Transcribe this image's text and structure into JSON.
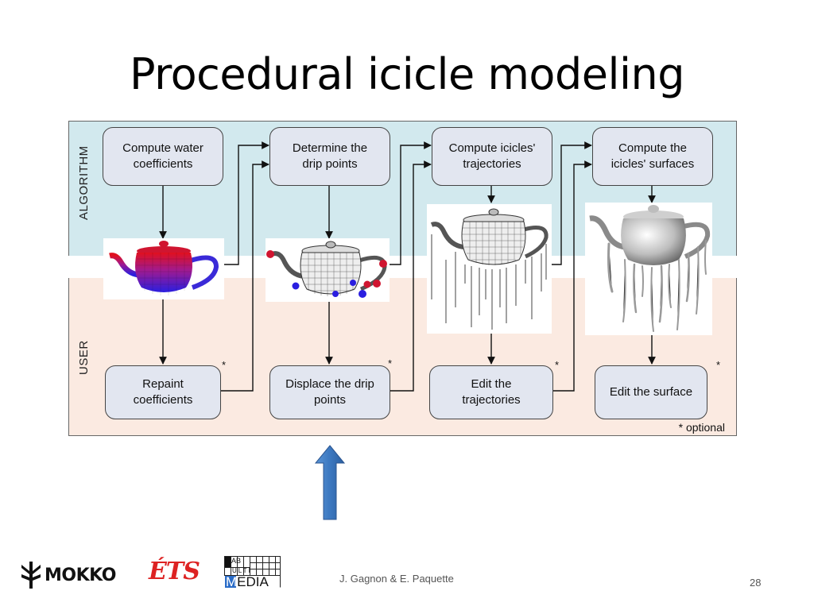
{
  "slide": {
    "title": "Procedural icicle modeling",
    "author": "J. Gagnon & E. Paquette",
    "page_number": "28"
  },
  "diagram": {
    "band_algorithm_label": "ALGORITHM",
    "band_user_label": "USER",
    "optional_note": "* optional",
    "algorithm_steps": [
      {
        "label": "Compute water\ncoefficients"
      },
      {
        "label": "Determine the\ndrip points"
      },
      {
        "label": "Compute icicles'\ntrajectories"
      },
      {
        "label": "Compute the\nicicles' surfaces"
      }
    ],
    "user_steps": [
      {
        "label": "Repaint\ncoefficients",
        "marker": "*"
      },
      {
        "label": "Displace the drip\npoints",
        "marker": "*"
      },
      {
        "label": "Edit the\ntrajectories",
        "marker": "*"
      },
      {
        "label": "Edit the surface",
        "marker": "*"
      }
    ],
    "images": [
      {
        "icon": "teapot-coefficients-image"
      },
      {
        "icon": "teapot-drip-points-image"
      },
      {
        "icon": "teapot-trajectories-image"
      },
      {
        "icon": "teapot-surfaces-image"
      }
    ]
  },
  "logos": {
    "mokko": "MOKKO",
    "ets": "ÉTS",
    "lab": {
      "top": "AB",
      "mid": "ULTI",
      "bottom": "EDIA"
    }
  },
  "colors": {
    "algorithm_band": "#d2e9ee",
    "user_band": "#fbeae1",
    "box_fill": "#e2e6f0",
    "pointer_arrow": "#3c78c0"
  }
}
